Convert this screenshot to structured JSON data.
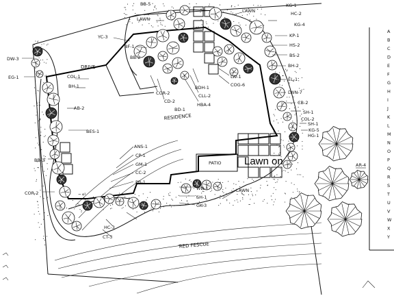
{
  "labels": {
    "residence": "RESIDENCE",
    "patio": "PATIO",
    "lawn_on": "Lawn on",
    "drive": "DRIVE",
    "fescue": "RED FESCUE",
    "plants": {
      "dw3": "DW-3",
      "eg1": "EG-1",
      "col1": "COL-1",
      "bh1": "BH-1",
      "ab2": "AB-2",
      "bes1": "BES-1",
      "bb3": "BB-3",
      "cor2": "COR-2",
      "yc3": "YC-3",
      "bf1": "BF-1",
      "bb2": "BB-2",
      "bb5": "BB-5",
      "lawn_top": "LAWN",
      "lawn_mid": "LAWN",
      "kg1": "KG-1",
      "hc2": "HC-2",
      "kg4": "KG-4",
      "kp1": "KP-1",
      "hs2": "HS-2",
      "bs2": "BS-2",
      "bh2": "BH-2",
      "el1": "EL-1",
      "lwn7": "LWN-7",
      "cb2": "CB-2",
      "sh1a": "SH-1",
      "col2": "COL-2",
      "sh1b": "SH-1",
      "kg5": "KG-5",
      "hg1": "HG-1",
      "lw1": "LW-1",
      "cog6": "COG-6",
      "bdh1": "BDH-1",
      "cll2": "CLL-2",
      "hba4": "HBA-4",
      "cor2b": "COR-2",
      "cd2": "CD-2",
      "bd1": "BD-1",
      "ans1": "ANS-1",
      "cp1": "CP-1",
      "gm1": "GM-1",
      "cc2": "CC-2",
      "pb1": "PB-1",
      "wn1": "WN-1",
      "sh1c": "SH-1",
      "gk3": "GK-3",
      "hc3": "HC-3",
      "ct3": "CT-3",
      "lawn_b": "LAWN",
      "ar4": "AR-4"
    }
  },
  "legend_letters": [
    "A",
    "B",
    "C",
    "D",
    "E",
    "F",
    "G",
    "H",
    "I",
    "J",
    "K",
    "L",
    "M",
    "N",
    "O",
    "P",
    "Q",
    "R",
    "S",
    "T",
    "U",
    "V",
    "W",
    "X",
    "Y"
  ],
  "colors": {
    "ink": "#111111",
    "paper": "#ffffff"
  }
}
